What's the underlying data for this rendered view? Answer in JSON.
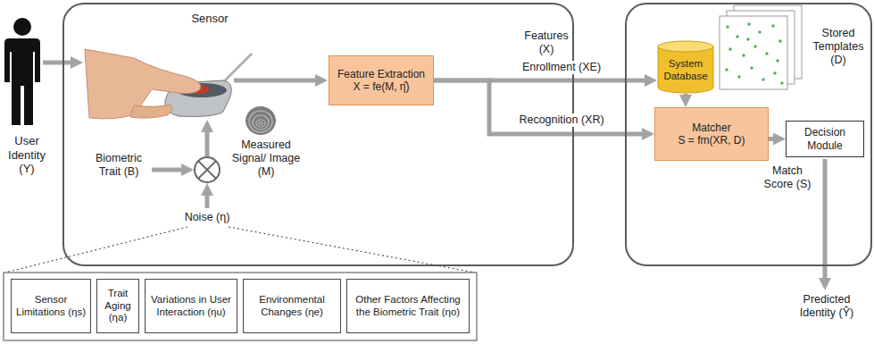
{
  "diagram": {
    "nodes": [
      {
        "text": [
          "Sensor"
        ]
      },
      {
        "text": [
          "Feature Extraction",
          "X = fe(M, η̂)"
        ],
        "in": 0
      },
      {
        "text": [
          "Stored Templates (D)"
        ]
      },
      {
        "text": [
          "System Database"
        ],
        "in": 2
      },
      {
        "text": [
          "Matcher",
          "S = fm(XR, D)"
        ],
        "in": 2
      },
      {
        "text": [
          "Decision Module"
        ],
        "in": 2
      },
      {
        "text": [
          "Sensor Limitations (ηs)"
        ]
      },
      {
        "text": [
          "Trait Aging (ηa)"
        ]
      },
      {
        "text": [
          "Variations in User Interaction (ηu)"
        ]
      },
      {
        "text": [
          "Environmental Changes (ηe)"
        ]
      },
      {
        "text": [
          "Other Factors Affecting the Biometric Trait (ηo)"
        ]
      }
    ],
    "edges": [
      {
        "from": 1,
        "to": 3,
        "arrow": "to",
        "label": "Enrollment (XE)"
      },
      {
        "from": 1,
        "to": 4,
        "arrow": "to",
        "label": "Recognition (XR)"
      },
      {
        "from": 3,
        "to": 4,
        "arrow": "to"
      },
      {
        "from": 4,
        "to": 5,
        "arrow": "to",
        "label": "Match Score (S)"
      }
    ],
    "labels": [
      "User Identity (Y)",
      "Biometric Trait (B)",
      "Noise (η)",
      "Measured Signal/ Image (M)",
      "Features (X)",
      "Predicted Identity (Ŷ)"
    ]
  }
}
